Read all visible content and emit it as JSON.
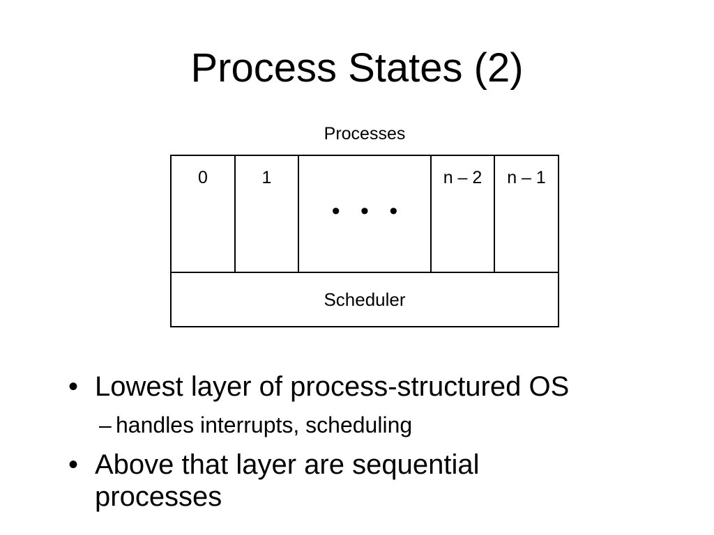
{
  "slide": {
    "title": "Process States (2)"
  },
  "diagram": {
    "caption": "Processes",
    "cells": [
      "0",
      "1",
      "n – 2",
      "n – 1"
    ],
    "ellipsis": "• • •",
    "scheduler_label": "Scheduler"
  },
  "bullets": {
    "marker": "•",
    "sub_marker": "–",
    "item1": "Lowest layer of process-structured OS",
    "sub1": "handles interrupts, scheduling",
    "item2_line1": "Above that layer are sequential",
    "item2_line2": "processes"
  }
}
